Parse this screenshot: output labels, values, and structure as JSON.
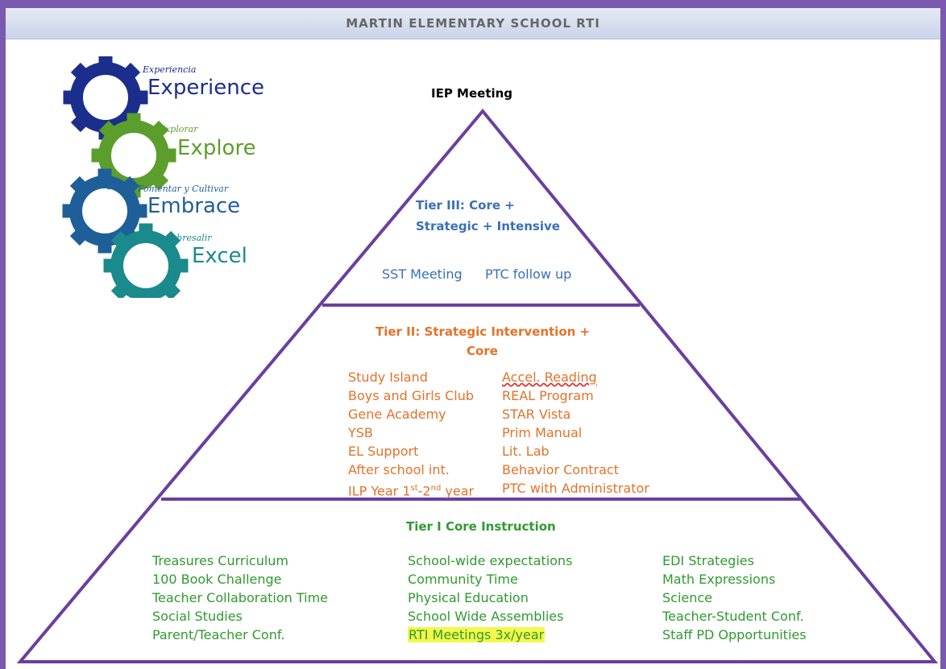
{
  "header": {
    "title": "MARTIN ELEMENTARY SCHOOL RTI"
  },
  "logo": {
    "items": [
      {
        "script": "Experiencia",
        "word": "Experience",
        "color": "#1b2e8c"
      },
      {
        "script": "Explorar",
        "word": "Explore",
        "color": "#5c9e2c"
      },
      {
        "script": "Fomentar y Cultivar",
        "word": "Embrace",
        "color": "#1f5f99"
      },
      {
        "script": "Sobresalir",
        "word": "Excel",
        "color": "#1a8a8c"
      }
    ]
  },
  "pyramid": {
    "apex_label": "IEP Meeting",
    "tier3": {
      "title_line1": "Tier III:  Core +",
      "title_line2": "Strategic + Intensive",
      "items": [
        "SST Meeting",
        "PTC follow up"
      ]
    },
    "tier2": {
      "title_line1": "Tier II: Strategic Intervention +",
      "title_line2": "Core",
      "left": [
        "Study Island",
        "Boys and Girls Club",
        "Gene Academy",
        "YSB",
        "EL Support",
        "After school int."
      ],
      "ilp": {
        "a": "ILP Year 1",
        "sup1": "st",
        "b": "-2",
        "sup2": "nd",
        "c": " year"
      },
      "right": [
        "Accel. Reading",
        "REAL Program",
        "STAR Vista",
        "Prim Manual",
        "Lit. Lab",
        "Behavior Contract",
        "PTC with Administrator"
      ]
    },
    "tier1": {
      "title": "Tier I Core Instruction",
      "col1": [
        "Treasures Curriculum",
        "100 Book Challenge",
        "Teacher Collaboration Time",
        "Social Studies",
        "Parent/Teacher Conf."
      ],
      "col2": [
        "School-wide expectations",
        "Community Time",
        "Physical Education",
        "School Wide Assemblies",
        "RTI Meetings 3x/year"
      ],
      "col3": [
        "EDI Strategies",
        "Math Expressions",
        "Science",
        "Teacher-Student Conf.",
        "Staff PD Opportunities"
      ]
    }
  },
  "colors": {
    "frame": "#7b59ae",
    "pyramid_line": "#6a3fa0",
    "tier3": "#3a6fb8",
    "tier2": "#e3722a",
    "tier1": "#2f9a2f",
    "highlight": "#f4f84a"
  }
}
